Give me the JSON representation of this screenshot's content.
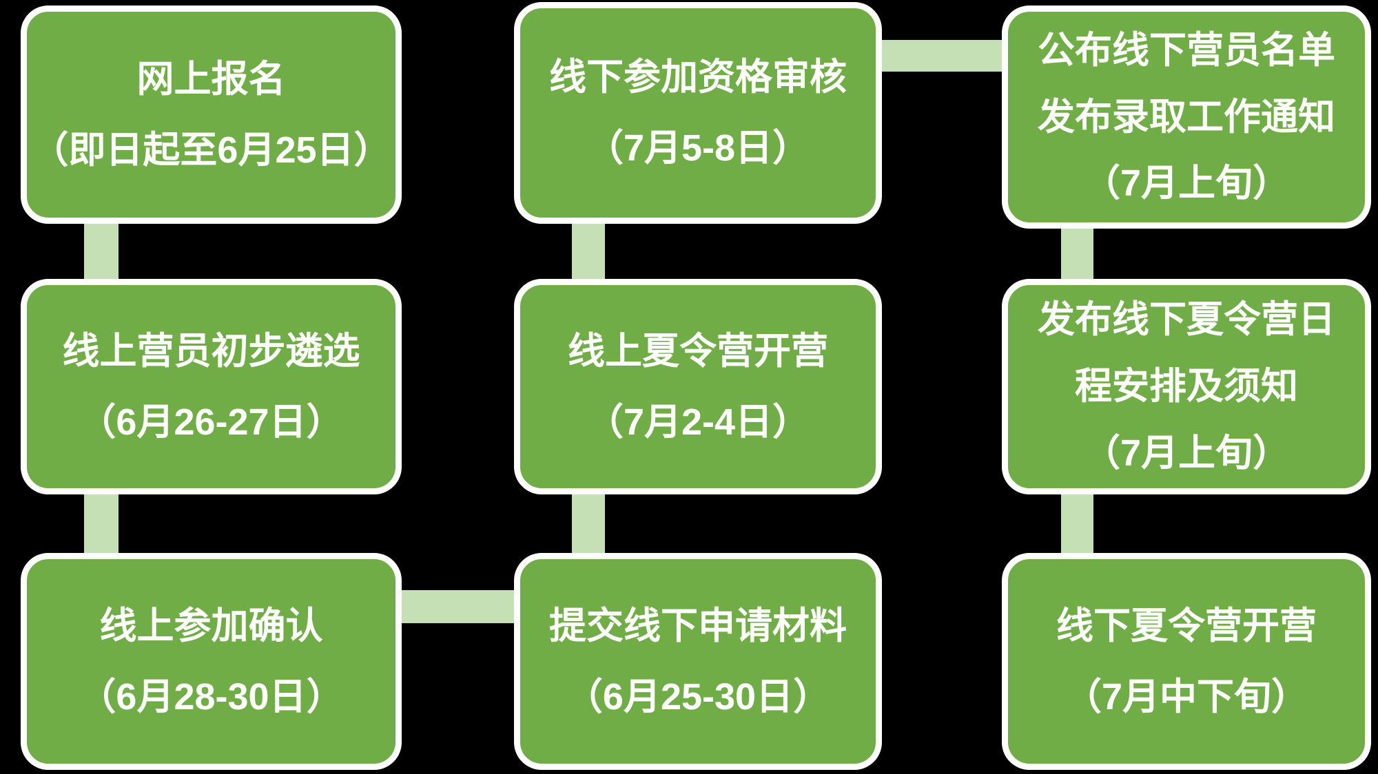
{
  "diagram": {
    "type": "flowchart",
    "background_color": "#000000",
    "node_fill_color": "#70AD47",
    "node_border_color": "#FFFFFF",
    "connector_color": "#C5E0B4",
    "text_color": "#FFFFFF",
    "nodes": [
      {
        "id": "online-registration",
        "lines": [
          "网上报名",
          "（即日起至6月25日）"
        ]
      },
      {
        "id": "online-camper-preliminary-selection",
        "lines": [
          "线上营员初步遴选",
          "（6月26-27日）"
        ]
      },
      {
        "id": "online-participation-confirmation",
        "lines": [
          "线上参加确认",
          "（6月28-30日）"
        ]
      },
      {
        "id": "offline-qualification-review",
        "lines": [
          "线下参加资格审核",
          "（7月5-8日）"
        ]
      },
      {
        "id": "online-camp-opening",
        "lines": [
          "线上夏令营开营",
          "（7月2-4日）"
        ]
      },
      {
        "id": "submit-offline-application-materials",
        "lines": [
          "提交线下申请材料",
          "（6月25-30日）"
        ]
      },
      {
        "id": "announce-offline-camper-list",
        "lines": [
          "公布线下营员名单",
          "发布录取工作通知",
          "（7月上旬）"
        ]
      },
      {
        "id": "publish-offline-camp-schedule",
        "lines": [
          "发布线下夏令营日",
          "程安排及须知",
          "（7月上旬）"
        ]
      },
      {
        "id": "offline-camp-opening",
        "lines": [
          "线下夏令营开营",
          "（7月中下旬）"
        ]
      }
    ],
    "connections": [
      {
        "from": "online-registration",
        "to": "online-camper-preliminary-selection",
        "orientation": "vertical"
      },
      {
        "from": "online-camper-preliminary-selection",
        "to": "online-participation-confirmation",
        "orientation": "vertical"
      },
      {
        "from": "online-participation-confirmation",
        "to": "submit-offline-application-materials",
        "orientation": "horizontal"
      },
      {
        "from": "submit-offline-application-materials",
        "to": "online-camp-opening",
        "orientation": "vertical"
      },
      {
        "from": "online-camp-opening",
        "to": "offline-qualification-review",
        "orientation": "vertical"
      },
      {
        "from": "offline-qualification-review",
        "to": "announce-offline-camper-list",
        "orientation": "horizontal"
      },
      {
        "from": "announce-offline-camper-list",
        "to": "publish-offline-camp-schedule",
        "orientation": "vertical"
      },
      {
        "from": "publish-offline-camp-schedule",
        "to": "offline-camp-opening",
        "orientation": "vertical"
      }
    ]
  }
}
